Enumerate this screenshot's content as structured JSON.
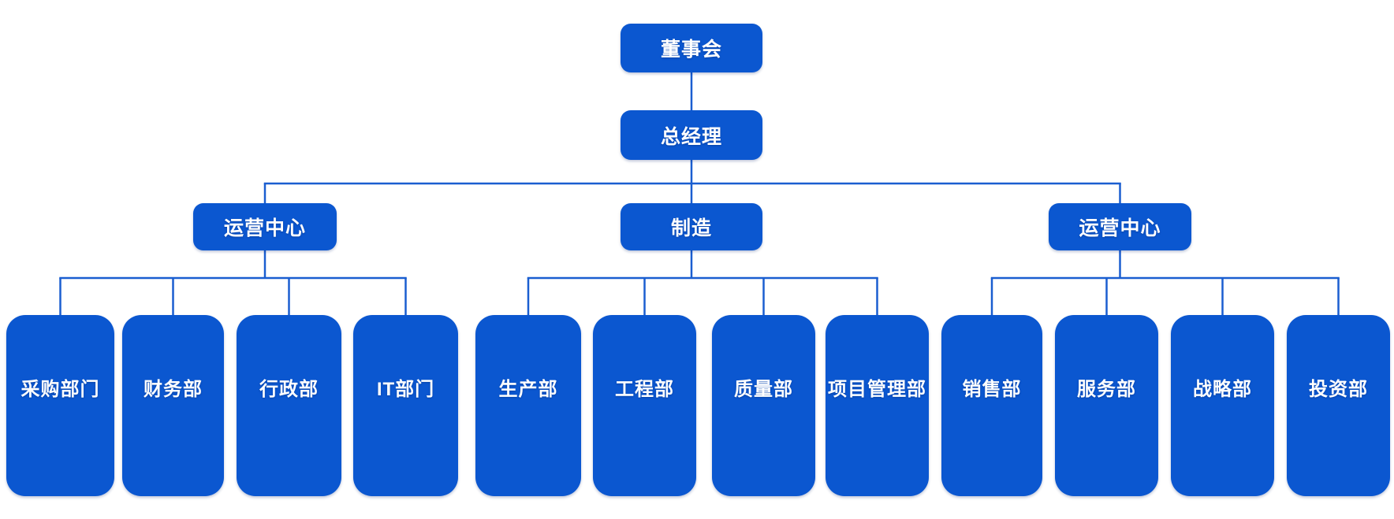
{
  "canvas": {
    "background": "#ffffff"
  },
  "palette": {
    "node_fill": "#0b57d0",
    "node_text": "#ffffff",
    "connector": "#1a5ed0"
  },
  "org": {
    "id": "board",
    "label": "董事会",
    "children": [
      {
        "id": "general-manager",
        "label": "总经理",
        "children": [
          {
            "id": "ops-center-left",
            "label": "运营中心",
            "children": [
              {
                "id": "procurement",
                "label": "采购部门"
              },
              {
                "id": "finance",
                "label": "财务部"
              },
              {
                "id": "admin",
                "label": "行政部"
              },
              {
                "id": "it",
                "label": "IT部门"
              }
            ]
          },
          {
            "id": "manufacturing",
            "label": "制造",
            "children": [
              {
                "id": "production",
                "label": "生产部"
              },
              {
                "id": "engineering",
                "label": "工程部"
              },
              {
                "id": "quality",
                "label": "质量部"
              },
              {
                "id": "project-management",
                "label": "项目管理部"
              }
            ]
          },
          {
            "id": "ops-center-right",
            "label": "运营中心",
            "children": [
              {
                "id": "sales",
                "label": "销售部"
              },
              {
                "id": "service",
                "label": "服务部"
              },
              {
                "id": "strategy",
                "label": "战略部"
              },
              {
                "id": "investment",
                "label": "投资部"
              }
            ]
          }
        ]
      }
    ]
  }
}
